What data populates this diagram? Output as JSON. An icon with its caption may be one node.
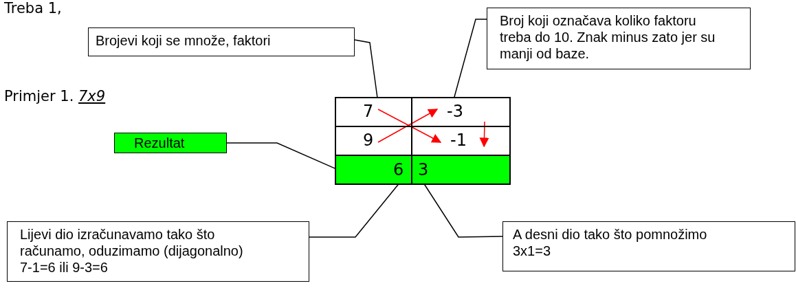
{
  "diagram": {
    "nodes": [
      {
        "text": [
          "Brojevi koji se množe, faktori"
        ]
      },
      {
        "text": [
          "Broj koji označava koliko faktoru treba do 10. Znak minus zato jer su manji od baze."
        ]
      },
      {
        "text": [
          "Rezultat"
        ]
      },
      {
        "text": [],
        "shape": "box"
      },
      {
        "text": [
          "7"
        ],
        "in": 3
      },
      {
        "text": [
          "-3"
        ],
        "in": 3
      },
      {
        "text": [
          "9"
        ],
        "in": 3
      },
      {
        "text": [
          "-1"
        ],
        "in": 3
      },
      {
        "text": [
          "6"
        ],
        "in": 3
      },
      {
        "text": [
          "3"
        ],
        "in": 3
      },
      {
        "text": [
          "Lijevi dio izračunavamo tako što računamo, oduzimamo (dijagonalno) 7-1=6 ili 9-3=6"
        ]
      },
      {
        "text": [
          "A desni dio tako što pomnožimo 3x1=3"
        ]
      }
    ],
    "edges": [
      {
        "from": 4,
        "to": 7,
        "arrow": "to",
        "color": "#ff0000"
      },
      {
        "from": 6,
        "to": 5,
        "arrow": "to",
        "color": "#ff0000"
      },
      {
        "from": 5,
        "to": 7,
        "arrow": "to",
        "color": "#ff0000"
      },
      {
        "from": 0,
        "to": 3,
        "arrow": "none"
      },
      {
        "from": 1,
        "to": 3,
        "arrow": "none"
      },
      {
        "from": 2,
        "to": 3,
        "arrow": "none"
      },
      {
        "from": 10,
        "to": 8,
        "arrow": "none"
      },
      {
        "from": 11,
        "to": 9,
        "arrow": "none"
      }
    ],
    "labels": [
      "Treba 1,",
      "Primjer 1. *7x9*"
    ]
  }
}
